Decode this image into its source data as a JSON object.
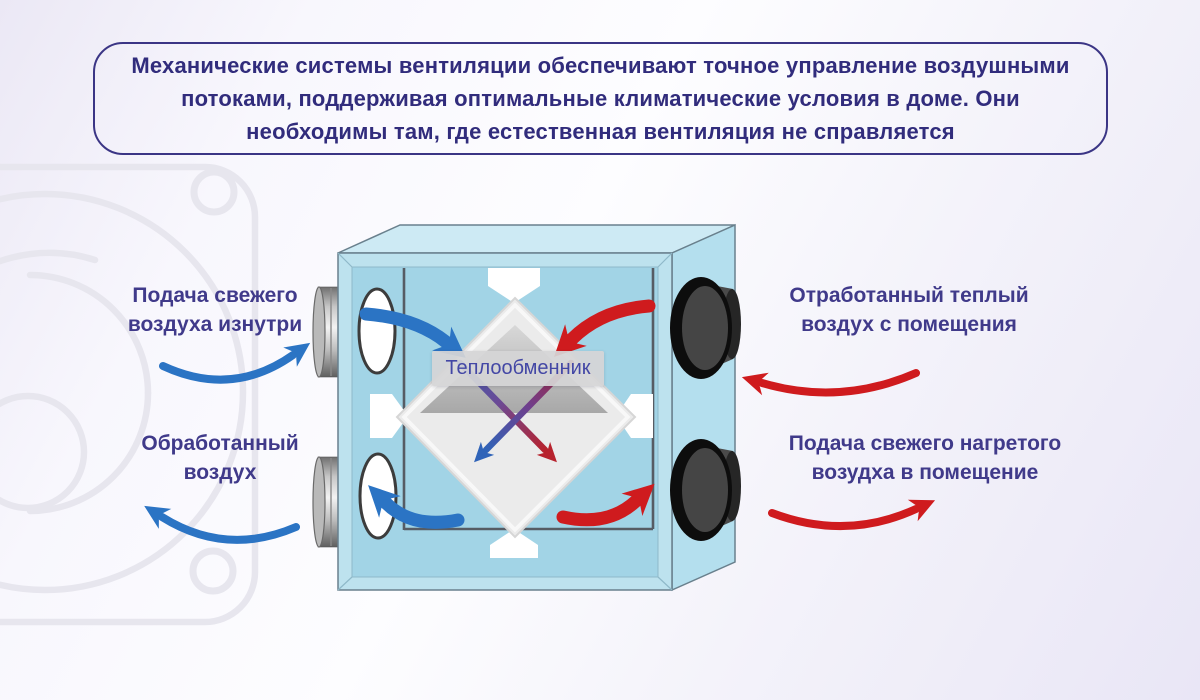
{
  "page": {
    "type": "ventilation-infographic",
    "language": "ru"
  },
  "header": {
    "text": "Механические системы вентиляции обеспечивают точное управление воздушными потоками, поддерживая оптимальные климатические условия в доме. Они необходимы там, где естественная вентиляция не справляется"
  },
  "device": {
    "label": "Теплообменник"
  },
  "labels": {
    "supply_fresh_inside": {
      "line1": "Подача свежего",
      "line2": "воздуха изнутри"
    },
    "processed_air": {
      "line1": "Обработанный",
      "line2": "воздух"
    },
    "exhaust_warm_air": {
      "line1": "Отработанный теплый",
      "line2": "воздух с помещения"
    },
    "supply_heated_air": {
      "line1": "Подача свежего нагретого",
      "line2": "возудха в помещение"
    }
  },
  "colors": {
    "header_border": "#3b3585",
    "header_text": "#312c7c",
    "label_text": "#403a8a",
    "blue_arrow": "#2b74c4",
    "red_arrow": "#cf1b1e",
    "box_front": "#bde2ee",
    "box_top": "#cdeaf4",
    "box_side": "#b4dfee",
    "box_inner_panel": "#a2d4e6",
    "exchanger_body": "#ebebeb",
    "exchanger_label_text": "#4347a5",
    "background_tint": "#e9e6f6"
  }
}
